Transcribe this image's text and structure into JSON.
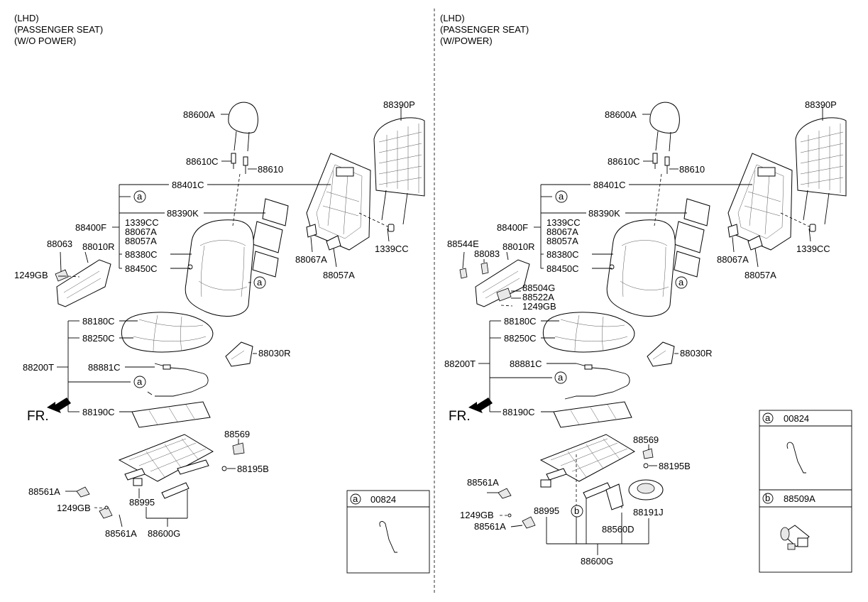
{
  "left_panel": {
    "header": [
      "(LHD)",
      "(PASSENGER SEAT)",
      "(W/O POWER)"
    ],
    "labels": {
      "l_88600A": "88600A",
      "l_88610C": "88610C",
      "l_88610": "88610",
      "l_88390P": "88390P",
      "l_88401C": "88401C",
      "l_a1": "a",
      "l_88390K": "88390K",
      "l_88400F": "88400F",
      "l_1339CC_a": "1339CC",
      "l_88067A_a": "88067A",
      "l_88057A_a": "88057A",
      "l_88380C": "88380C",
      "l_88450C": "88450C",
      "l_88063": "88063",
      "l_88010R": "88010R",
      "l_1249GB_a": "1249GB",
      "l_88067A_b": "88067A",
      "l_88057A_b": "88057A",
      "l_1339CC_b": "1339CC",
      "l_a2": "a",
      "l_88180C": "88180C",
      "l_88250C": "88250C",
      "l_88030R": "88030R",
      "l_88200T": "88200T",
      "l_88881C": "88881C",
      "l_a3": "a",
      "l_FR": "FR.",
      "l_88190C": "88190C",
      "l_88569": "88569",
      "l_88195B": "88195B",
      "l_88561A_a": "88561A",
      "l_88995": "88995",
      "l_1249GB_b": "1249GB",
      "l_88561A_b": "88561A",
      "l_88600G": "88600G"
    },
    "legend": {
      "letter": "a",
      "part": "00824"
    }
  },
  "right_panel": {
    "header": [
      "(LHD)",
      "(PASSENGER SEAT)",
      "(W/POWER)"
    ],
    "labels": {
      "r_88600A": "88600A",
      "r_88610C": "88610C",
      "r_88610": "88610",
      "r_88390P": "88390P",
      "r_88401C": "88401C",
      "r_a1": "a",
      "r_88390K": "88390K",
      "r_88400F": "88400F",
      "r_1339CC_a": "1339CC",
      "r_88067A_a": "88067A",
      "r_88057A_a": "88057A",
      "r_88380C": "88380C",
      "r_88450C": "88450C",
      "r_88544E": "88544E",
      "r_88083": "88083",
      "r_88010R": "88010R",
      "r_88504G": "88504G",
      "r_88522A": "88522A",
      "r_1249GB_a": "1249GB",
      "r_88067A_b": "88067A",
      "r_88057A_b": "88057A",
      "r_1339CC_b": "1339CC",
      "r_a2": "a",
      "r_88180C": "88180C",
      "r_88250C": "88250C",
      "r_88030R": "88030R",
      "r_88200T": "88200T",
      "r_88881C": "88881C",
      "r_a3": "a",
      "r_FR": "FR.",
      "r_88190C": "88190C",
      "r_88569": "88569",
      "r_88195B": "88195B",
      "r_88561A_a": "88561A",
      "r_88995": "88995",
      "r_b1": "b",
      "r_88191J": "88191J",
      "r_1249GB_b": "1249GB",
      "r_88561A_b": "88561A",
      "r_88560D": "88560D",
      "r_88600G": "88600G"
    },
    "legend": [
      {
        "letter": "a",
        "part": "00824"
      },
      {
        "letter": "b",
        "part": "88509A"
      }
    ]
  }
}
